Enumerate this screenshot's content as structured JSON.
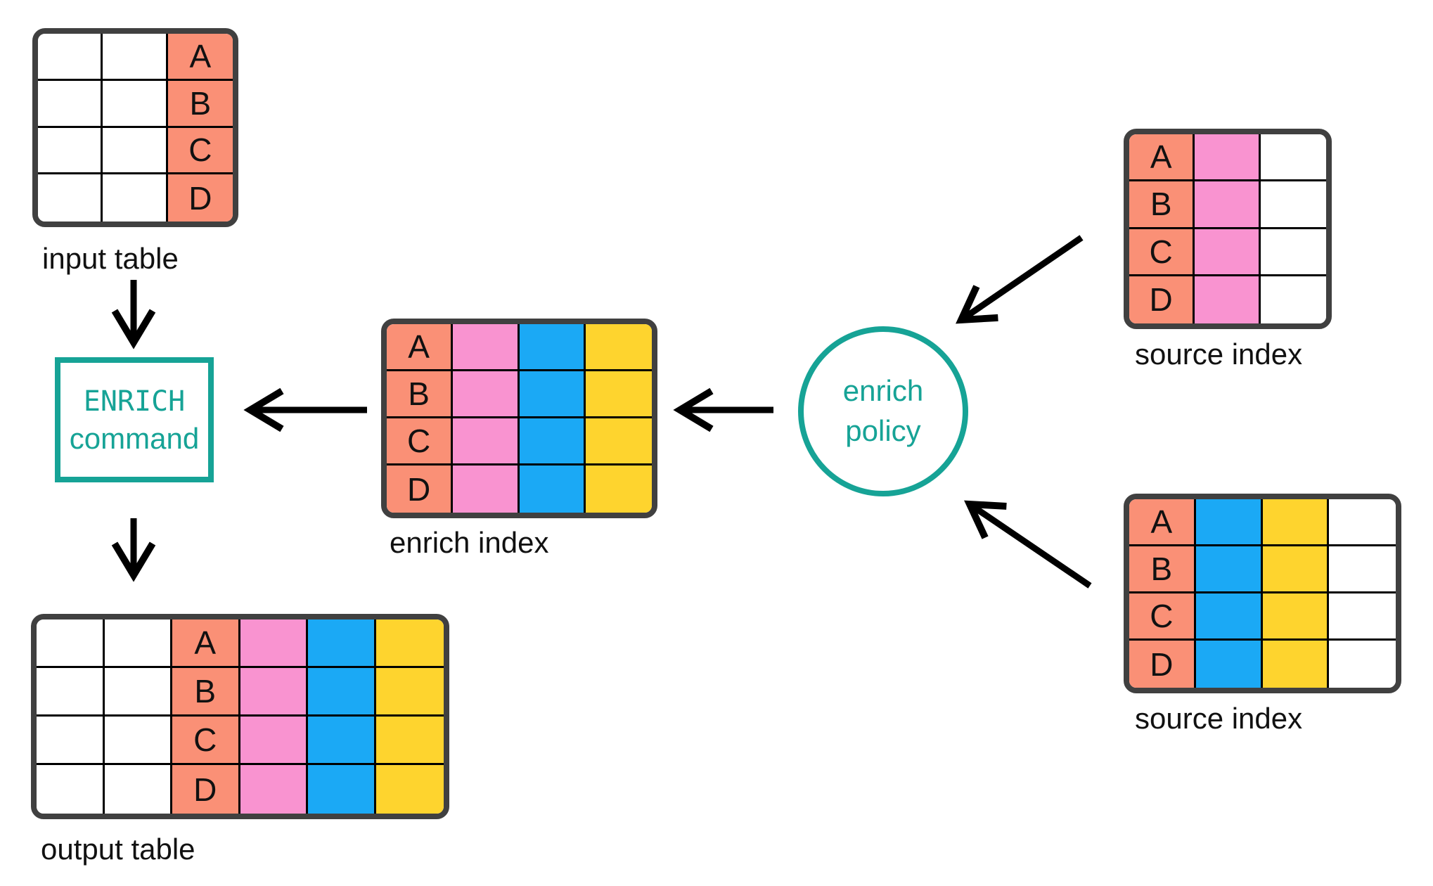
{
  "diagram_type": "flow-diagram",
  "colors": {
    "salmon": "#FA9076",
    "pink": "#F993D0",
    "blue": "#1BA9F5",
    "yellow": "#FED42E",
    "teal": "#16A396",
    "table_border": "#404040",
    "grid_line": "#000000",
    "arrow": "#000000",
    "text": "#111111"
  },
  "row_letters": [
    "A",
    "B",
    "C",
    "D"
  ],
  "nodes": {
    "input_table": {
      "label": "input table"
    },
    "output_table": {
      "label": "output table"
    },
    "enrich_index": {
      "label": "enrich index"
    },
    "source_index_top": {
      "label": "source index"
    },
    "source_index_bottom": {
      "label": "source index"
    },
    "enrich_command": {
      "line1": "ENRICH",
      "line2": "command"
    },
    "enrich_policy": {
      "line1": "enrich",
      "line2": "policy"
    }
  },
  "tables": {
    "input": {
      "rows": 4,
      "columns": [
        {
          "color": "white"
        },
        {
          "color": "white"
        },
        {
          "color": "salmon",
          "letters": true
        }
      ]
    },
    "enrich_index": {
      "rows": 4,
      "columns": [
        {
          "color": "salmon",
          "letters": true
        },
        {
          "color": "pink"
        },
        {
          "color": "blue"
        },
        {
          "color": "yellow"
        }
      ]
    },
    "source_top": {
      "rows": 4,
      "columns": [
        {
          "color": "salmon",
          "letters": true
        },
        {
          "color": "pink"
        },
        {
          "color": "white"
        }
      ]
    },
    "source_bottom": {
      "rows": 4,
      "columns": [
        {
          "color": "salmon",
          "letters": true
        },
        {
          "color": "blue"
        },
        {
          "color": "yellow"
        },
        {
          "color": "white"
        }
      ]
    },
    "output": {
      "rows": 4,
      "columns": [
        {
          "color": "white"
        },
        {
          "color": "white"
        },
        {
          "color": "salmon",
          "letters": true
        },
        {
          "color": "pink"
        },
        {
          "color": "blue"
        },
        {
          "color": "yellow"
        }
      ]
    }
  },
  "connections": [
    {
      "from": "input table",
      "to": "ENRICH command"
    },
    {
      "from": "enrich index",
      "to": "ENRICH command"
    },
    {
      "from": "enrich policy",
      "to": "enrich index"
    },
    {
      "from": "source index (top)",
      "to": "enrich policy"
    },
    {
      "from": "source index (bottom)",
      "to": "enrich policy"
    },
    {
      "from": "ENRICH command",
      "to": "output table"
    }
  ]
}
